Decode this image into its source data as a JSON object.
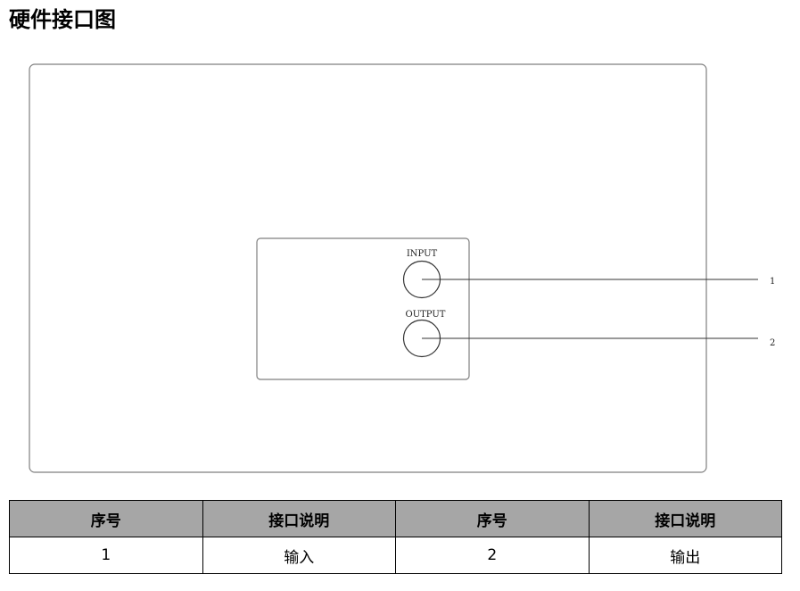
{
  "page": {
    "title": "硬件接口图"
  },
  "diagram": {
    "ports": [
      {
        "label": "INPUT",
        "callout": "1"
      },
      {
        "label": "OUTPUT",
        "callout": "2"
      }
    ]
  },
  "table": {
    "headers": [
      "序号",
      "接口说明",
      "序号",
      "接口说明"
    ],
    "rows": [
      [
        "1",
        "输入",
        "2",
        "输出"
      ]
    ]
  }
}
